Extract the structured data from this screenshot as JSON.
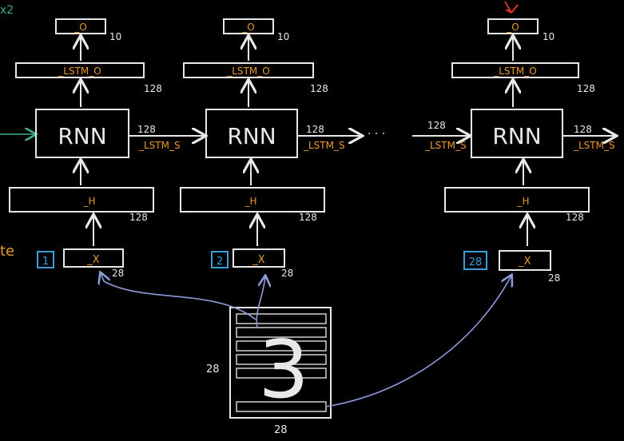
{
  "cells": [
    {
      "step": "1",
      "input": "_X",
      "input_dim": "28",
      "hidden": "_H",
      "hidden_dim": "128",
      "rnn": "RNN",
      "lstm_o": "_LSTM_O",
      "lstm_o_dim": "128",
      "out": "_O",
      "out_dim": "10",
      "state_in_dim": "",
      "state_in": "",
      "state_out_dim": "128",
      "state_out": "_LSTM_S"
    },
    {
      "step": "2",
      "input": "_X",
      "input_dim": "28",
      "hidden": "_H",
      "hidden_dim": "128",
      "rnn": "RNN",
      "lstm_o": "_LSTM_O",
      "lstm_o_dim": "128",
      "out": "_O",
      "out_dim": "10",
      "state_in_dim": "",
      "state_in": "",
      "state_out_dim": "128",
      "state_out": "_LSTM_S"
    },
    {
      "step": "28",
      "input": "_X",
      "input_dim": "28",
      "hidden": "_H",
      "hidden_dim": "128",
      "rnn": "RNN",
      "lstm_o": "_LSTM_O",
      "lstm_o_dim": "128",
      "out": "_O",
      "out_dim": "10",
      "state_in_dim": "128",
      "state_in": "_LSTM_S",
      "state_out_dim": "128",
      "state_out": "_LSTM_S"
    }
  ],
  "ellipsis": "· · ·",
  "image": {
    "digit": "3",
    "height_label": "28",
    "width_label": "28"
  },
  "edge": {
    "left_top": "x2",
    "left_mid": "te"
  },
  "colors": {
    "ink": "#e8e8e8",
    "orange": "#e89a2c",
    "blue": "#3a9fd8",
    "green": "#3fb08a",
    "curve": "#8f9ad8",
    "red": "#e03030"
  }
}
